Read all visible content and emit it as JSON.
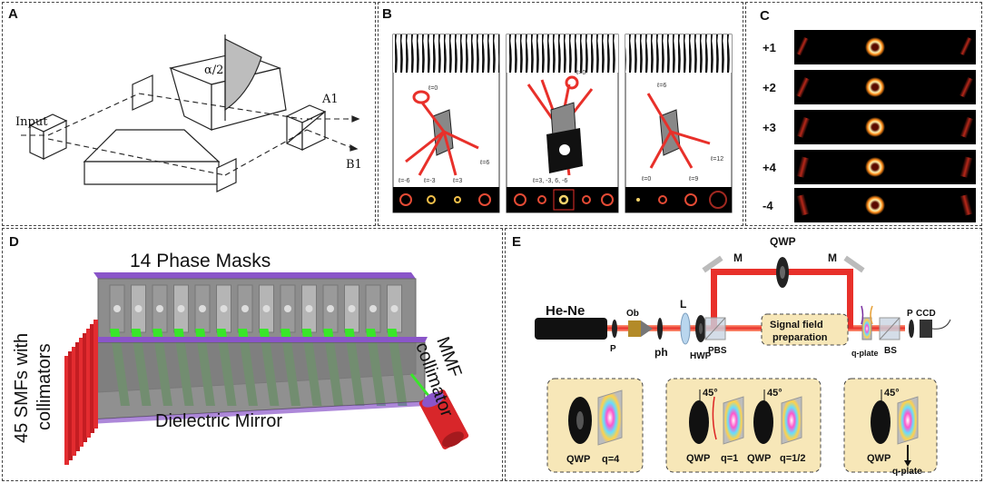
{
  "panels": {
    "a": {
      "label": "A",
      "input": "Input",
      "angle": "α/2",
      "out1": "A1",
      "out2": "B1"
    },
    "b": {
      "label": "B",
      "sub1": {
        "l_top": "ℓ=0",
        "l_right": "ℓ=6",
        "l_mid": "ℓ=3",
        "l_bl1": "ℓ=-6",
        "l_bl2": "ℓ=-3"
      },
      "sub2": {
        "l_top": "ℓ=0",
        "l_bottom": "ℓ=3, -3, 6, -6"
      },
      "sub3": {
        "l_top": "ℓ=6",
        "l_right": "ℓ=12",
        "l_mid": "ℓ=9",
        "l_bl": "ℓ=0"
      }
    },
    "c": {
      "label": "C",
      "rows": [
        "+1",
        "+2",
        "+3",
        "+4",
        "-4"
      ]
    },
    "d": {
      "label": "D",
      "title": "14 Phase Masks",
      "left_label_1": "45 SMFs with",
      "left_label_2": "collimators",
      "mirror": "Dielectric Mirror",
      "mmf_1": "MMF",
      "mmf_2": "collimator"
    },
    "e": {
      "label": "E",
      "laser": "He-Ne",
      "p1": "P",
      "ob": "Ob",
      "ph": "ph",
      "lens": "L",
      "hwp": "HWP",
      "pbs": "PBS",
      "m1": "M",
      "qwp": "QWP",
      "m2": "M",
      "signal_1": "Signal field",
      "signal_2": "preparation",
      "qplate": "q-plate",
      "bs": "BS",
      "p2": "P",
      "ccd": "CCD",
      "box1": {
        "qwp": "QWP",
        "q": "q=4"
      },
      "box2": {
        "angle1": "45°",
        "angle2": "45°",
        "qwp1": "QWP",
        "q1": "q=1",
        "qwp2": "QWP",
        "q2": "q=1/2"
      },
      "box3": {
        "angle": "45°",
        "qwp": "QWP",
        "qplate": "q-plate"
      }
    }
  },
  "colors": {
    "laser": "#e8302a",
    "green": "#39e62a",
    "purple": "#8a55c9",
    "box": "#f7e7b8",
    "fiber": "#d8262a"
  }
}
